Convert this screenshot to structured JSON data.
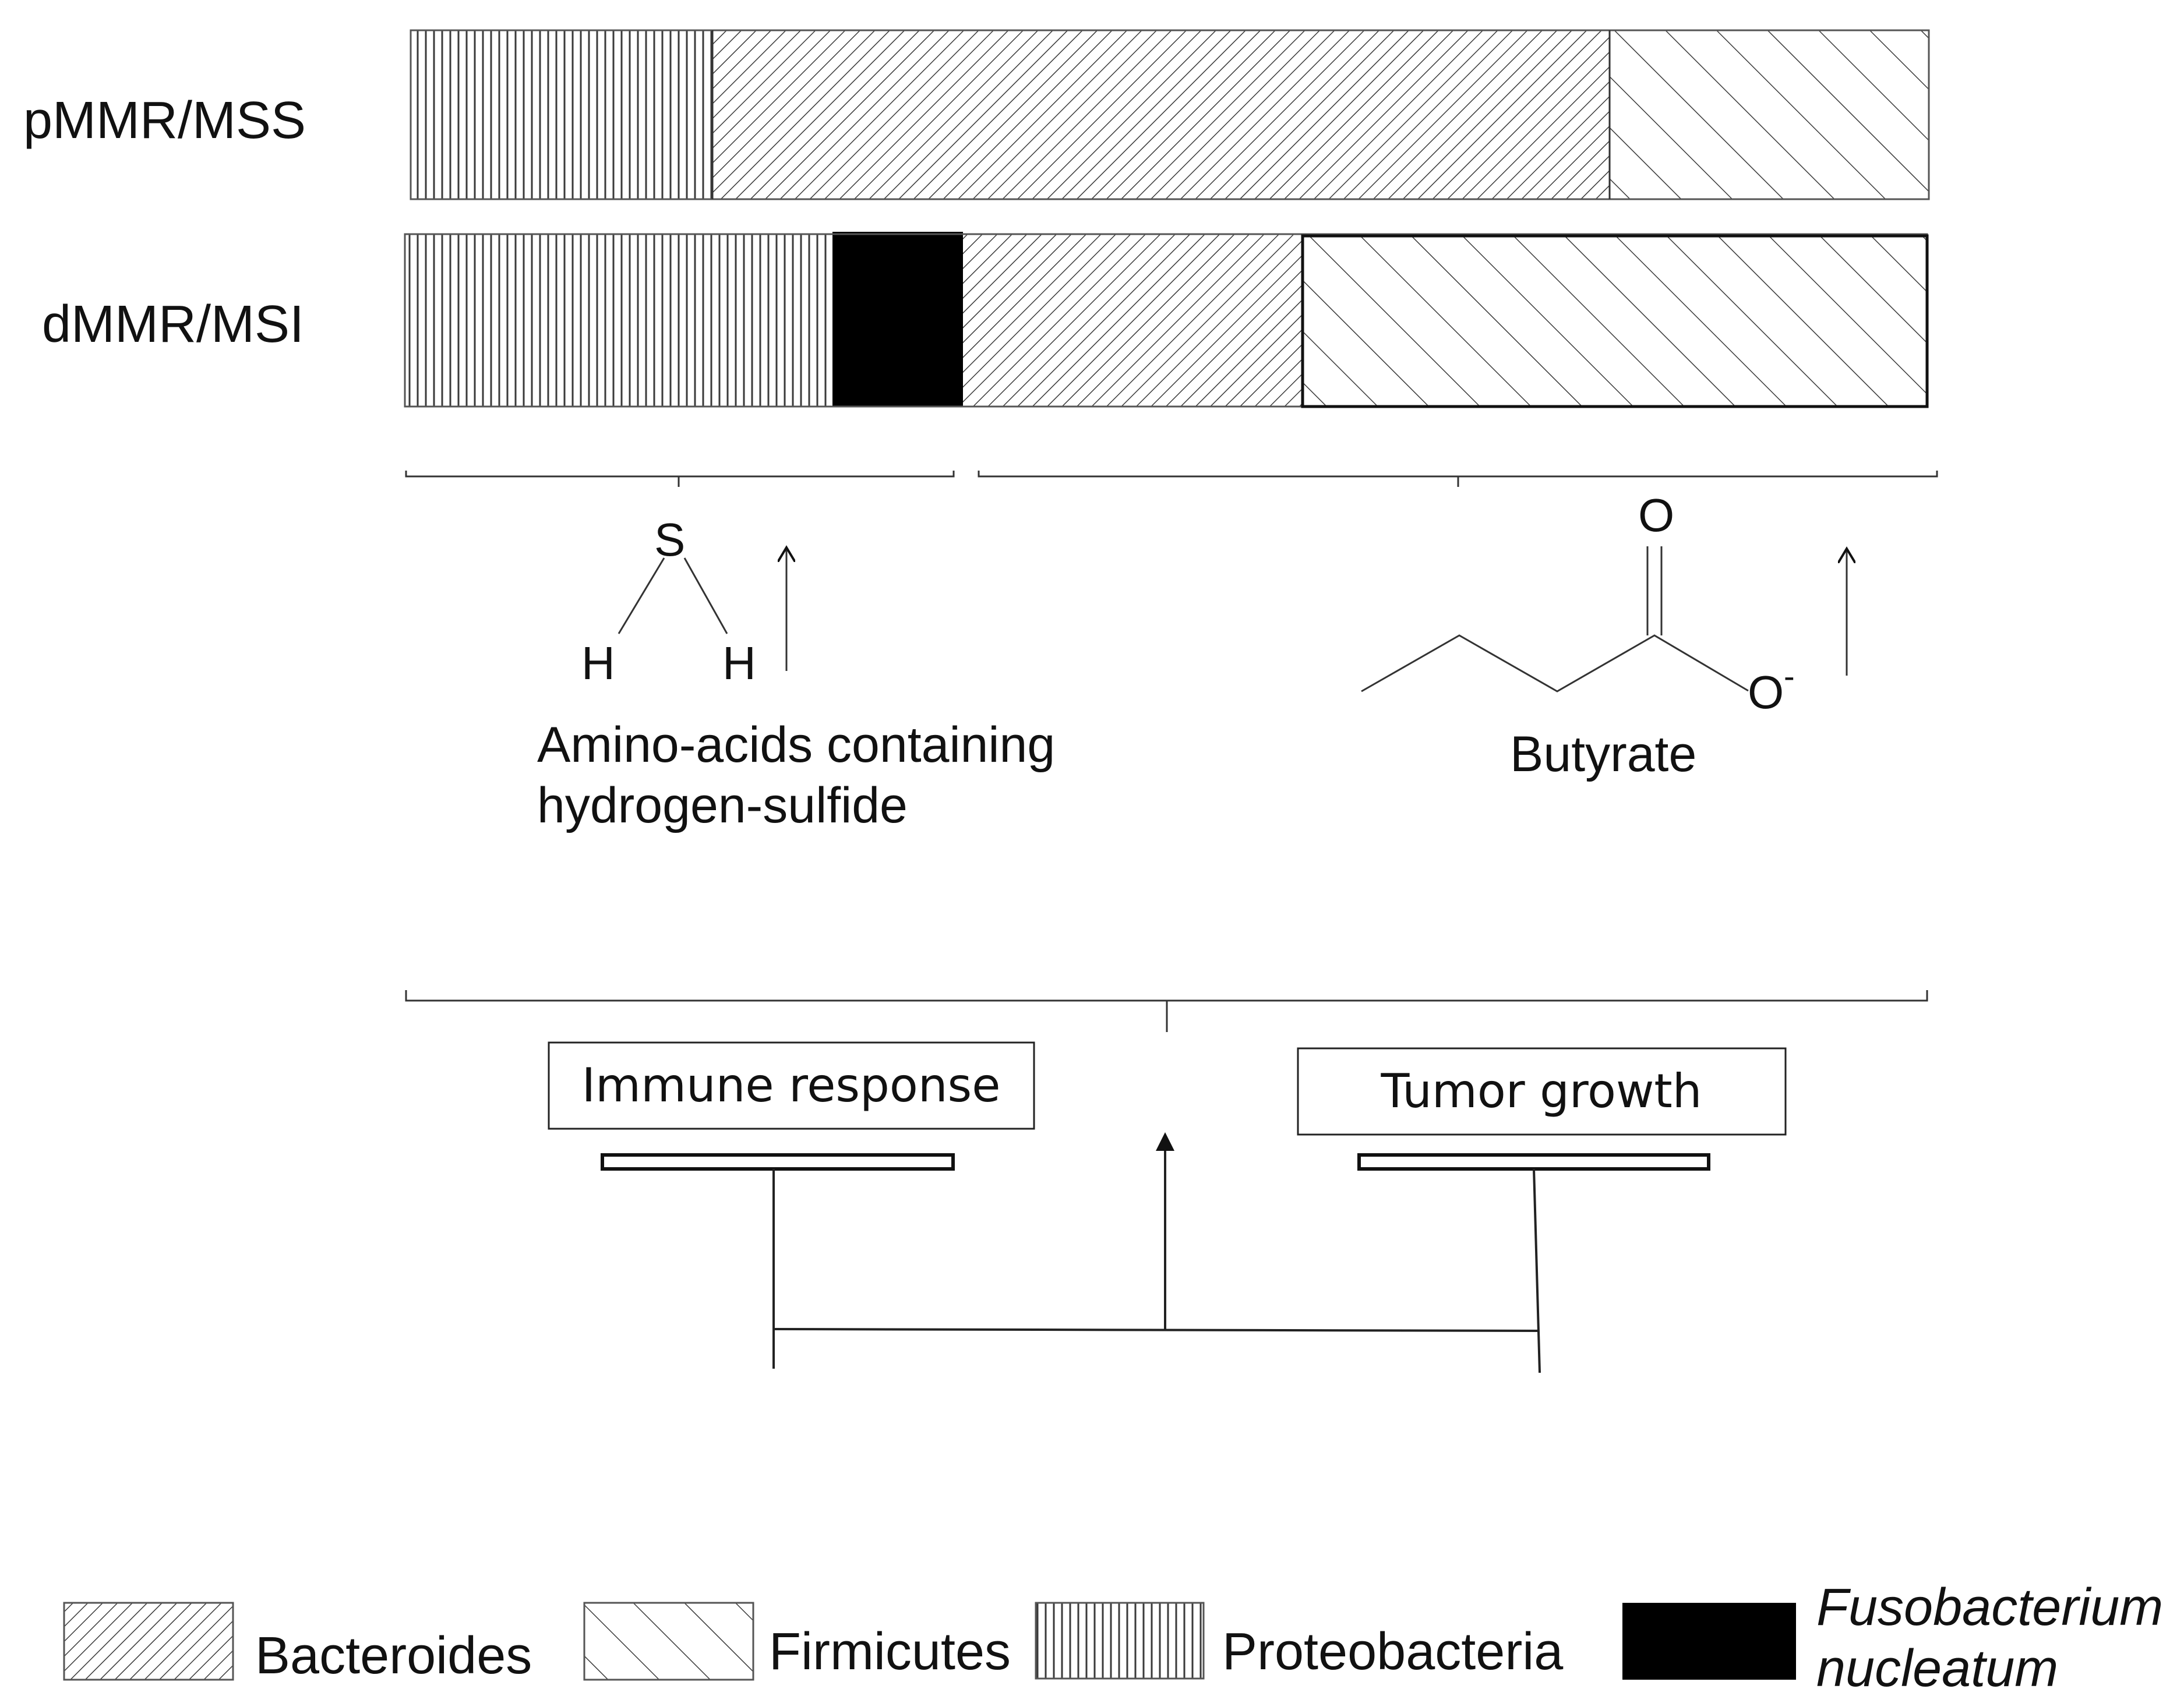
{
  "rows": [
    {
      "label": "pMMR/MSS"
    },
    {
      "label": "dMMR/MSI"
    }
  ],
  "molecules": {
    "h2s": {
      "atoms": {
        "s": "S",
        "h_left": "H",
        "h_right": "H"
      },
      "caption_line1": "Amino-acids containing",
      "caption_line2": "hydrogen-sulfide"
    },
    "butyrate": {
      "atoms": {
        "o_top": "O",
        "o_minus": "O",
        "charge": "-"
      },
      "caption": "Butyrate"
    }
  },
  "outcomes": {
    "immune": "Immune response",
    "tumor": "Tumor growth"
  },
  "legend": [
    {
      "label": "Bacteroides",
      "pattern": "bacteroides"
    },
    {
      "label": "Firmicutes",
      "pattern": "firmicutes"
    },
    {
      "label": "Proteobacteria",
      "pattern": "proteobacteria"
    },
    {
      "label_line1": "Fusobacterium",
      "label_line2": "nucleatum",
      "pattern": "solid-black"
    }
  ]
}
